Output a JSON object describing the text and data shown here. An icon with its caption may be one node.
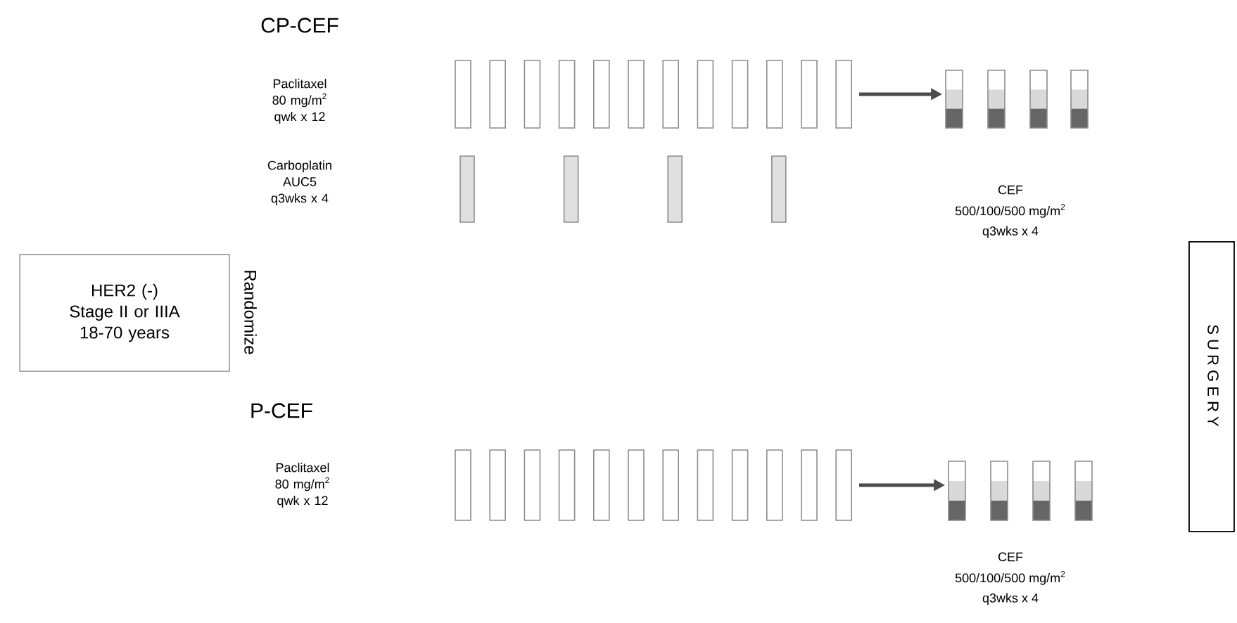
{
  "diagram": {
    "nodes": [
      {
        "text": [
          "HER2 (-)",
          "Stage II or IIIA",
          "18-70 years"
        ]
      },
      {
        "text": [
          "S U R G E R Y"
        ]
      },
      {
        "text": [],
        "shape": "bar"
      },
      {
        "text": [],
        "shape": "bar"
      },
      {
        "text": [],
        "shape": "bar"
      },
      {
        "text": [],
        "shape": "bar"
      }
    ],
    "edges": [
      {
        "from": 2,
        "to": 3,
        "arrow": "to"
      },
      {
        "from": 4,
        "to": 5,
        "arrow": "to"
      }
    ],
    "labels": [
      "CP-CEF",
      "Paclitaxel 80 mg/m$^{2}$ qwk x 12",
      "Carboplatin AUC5 q3wks x 4",
      "CEF",
      "500/100/500 mg/m$^{2}$",
      "q3wks x 4",
      "Randomize",
      "P-CEF",
      "Paclitaxel 80 mg/m$^{2}$ qwk x 12",
      "CEF",
      "500/100/500 mg/m$^{2}$",
      "q3wks x 4"
    ]
  }
}
